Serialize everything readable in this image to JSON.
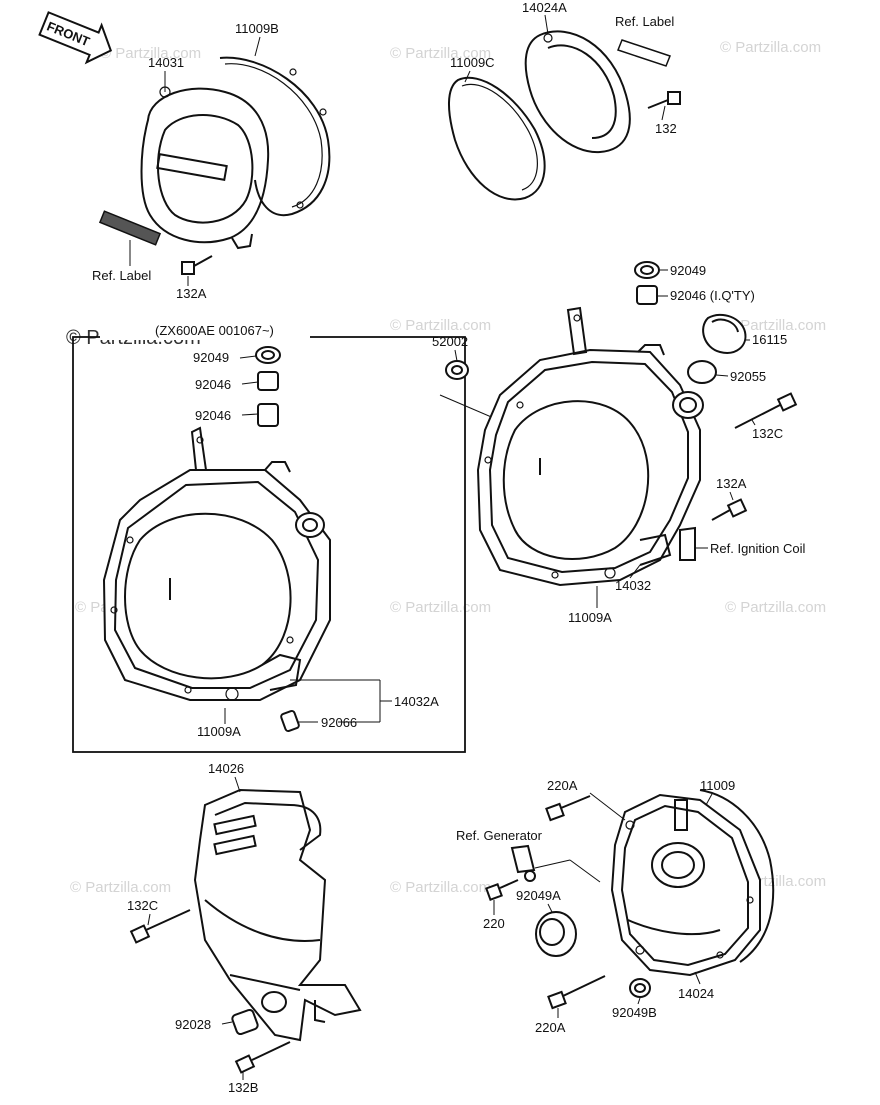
{
  "watermark": {
    "brand": "© Partzilla.com",
    "primary": "© Partzilla.com"
  },
  "front_arrow": {
    "text": "FRONT"
  },
  "box_note": "(ZX600AE 001067~)",
  "labels": {
    "p14031": "14031",
    "p11009B": "11009B",
    "p14024A": "14024A",
    "ref_label_top": "Ref. Label",
    "p11009C": "11009C",
    "p132": "132",
    "ref_label_left": "Ref. Label",
    "p132A_top": "132A",
    "p92049_box": "92049",
    "p92046_box_a": "92046",
    "p92046_box_b": "92046",
    "p92049_right": "92049",
    "p92046_right": "92046 (I.Q'TY)",
    "p52002": "52002",
    "p16115": "16115",
    "p92055": "92055",
    "p132C_right": "132C",
    "p132A_right": "132A",
    "ref_ignition": "Ref. Ignition Coil",
    "p14032": "14032",
    "p11009A_right": "11009A",
    "p14032A": "14032A",
    "p92066": "92066",
    "p11009A_box": "11009A",
    "p14026": "14026",
    "p220A_top": "220A",
    "p11009": "11009",
    "ref_generator": "Ref. Generator",
    "p92049A": "92049A",
    "p220": "220",
    "p132C_left": "132C",
    "p92028": "92028",
    "p132B": "132B",
    "p220A_bottom": "220A",
    "p92049B": "92049B",
    "p14024": "14024"
  }
}
